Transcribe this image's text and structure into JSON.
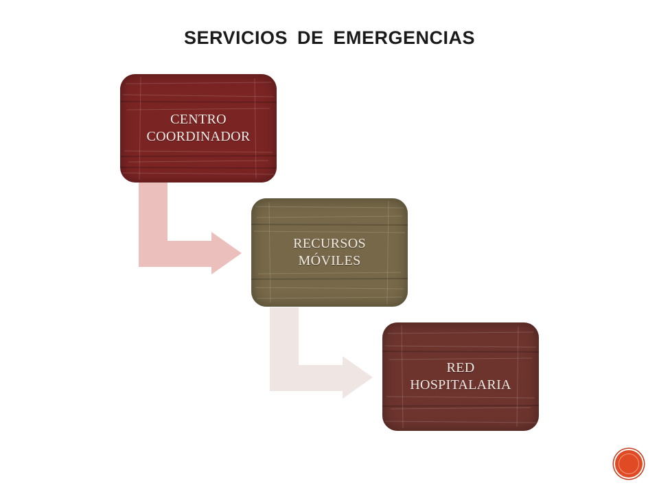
{
  "slide": {
    "title": "SERVICIOS  DE EMERGENCIAS"
  },
  "diagram": {
    "type": "stepped-process",
    "steps": [
      {
        "line1": "CENTRO",
        "line2": "COORDINADOR",
        "color": "#7b2424"
      },
      {
        "line1": "RECURSOS",
        "line2": "MÓVILES",
        "color": "#766848"
      },
      {
        "line1": "RED",
        "line2": "HOSPITALARIA",
        "color": "#6d342e"
      }
    ],
    "connectors": [
      {
        "from": 0,
        "to": 1,
        "color": "#ebbfbc"
      },
      {
        "from": 1,
        "to": 2,
        "color": "#efe6e3"
      }
    ]
  },
  "nav": {
    "icon": "next-slide-circle-icon",
    "color": "#e04a25"
  }
}
